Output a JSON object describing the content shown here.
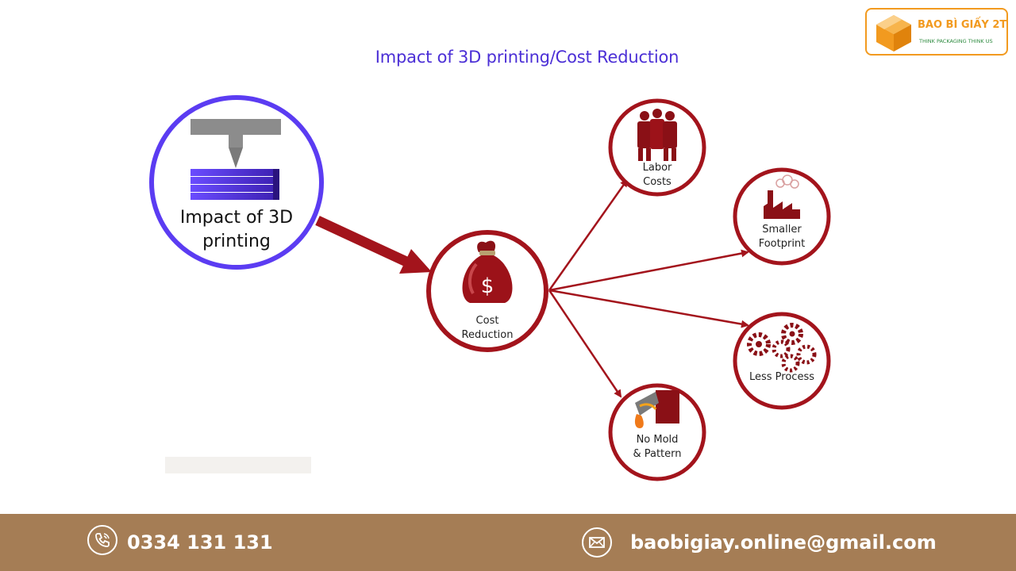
{
  "title": "Impact of 3D printing/Cost Reduction",
  "logo": {
    "name": "BAO BÌ GIẤY 2T",
    "tagline": "THINK PACKAGING THINK US",
    "accent": "#f29a1f",
    "tagline_color": "#2c8a3e"
  },
  "diagram": {
    "source": {
      "label_line1": "Impact of 3D",
      "label_line2": "printing",
      "icon": "3d-printer-icon",
      "ring_color": "#5b3cf2"
    },
    "hub": {
      "label_line1": "Cost",
      "label_line2": "Reduction",
      "icon": "money-bag-icon",
      "ring_color": "#a3141c"
    },
    "outcomes": [
      {
        "label_line1": "Labor",
        "label_line2": "Costs",
        "icon": "workers-icon"
      },
      {
        "label_line1": "Smaller",
        "label_line2": "Footprint",
        "icon": "factory-icon"
      },
      {
        "label_line1": "Less Process",
        "label_line2": "",
        "icon": "gears-icon"
      },
      {
        "label_line1": "No Mold",
        "label_line2": "& Pattern",
        "icon": "molten-pour-icon"
      }
    ]
  },
  "footer": {
    "phone": "0334 131 131",
    "email": "baobigiay.online@gmail.com",
    "phone_icon": "phone-icon",
    "email_icon": "mail-icon",
    "background": "#a57d55"
  }
}
